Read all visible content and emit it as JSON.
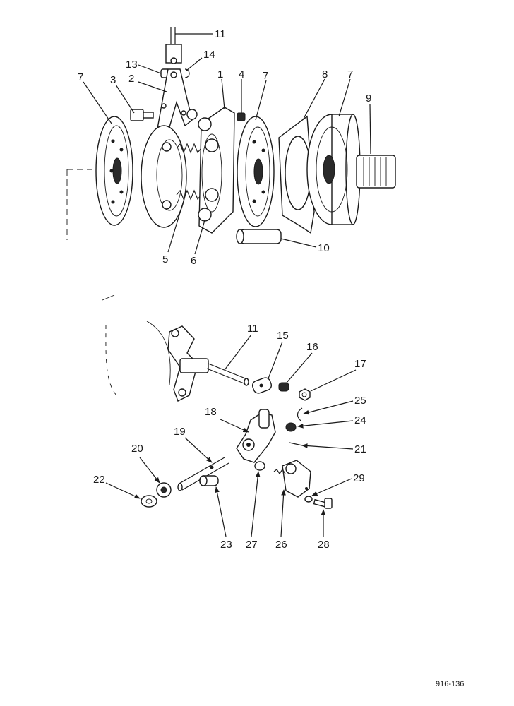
{
  "labels": {
    "p1": "1",
    "p2": "2",
    "p3": "3",
    "p4": "4",
    "p5": "5",
    "p6": "6",
    "p7a": "7",
    "p7b": "7",
    "p7c": "7",
    "p8": "8",
    "p9": "9",
    "p10": "10",
    "p11a": "11",
    "p11b": "11",
    "p13": "13",
    "p14": "14",
    "p15": "15",
    "p16": "16",
    "p17": "17",
    "p18": "18",
    "p19": "19",
    "p20": "20",
    "p21": "21",
    "p22": "22",
    "p23": "23",
    "p24": "24",
    "p25": "25",
    "p26": "26",
    "p27": "27",
    "p28": "28",
    "p29": "29"
  },
  "reference": "916-136"
}
